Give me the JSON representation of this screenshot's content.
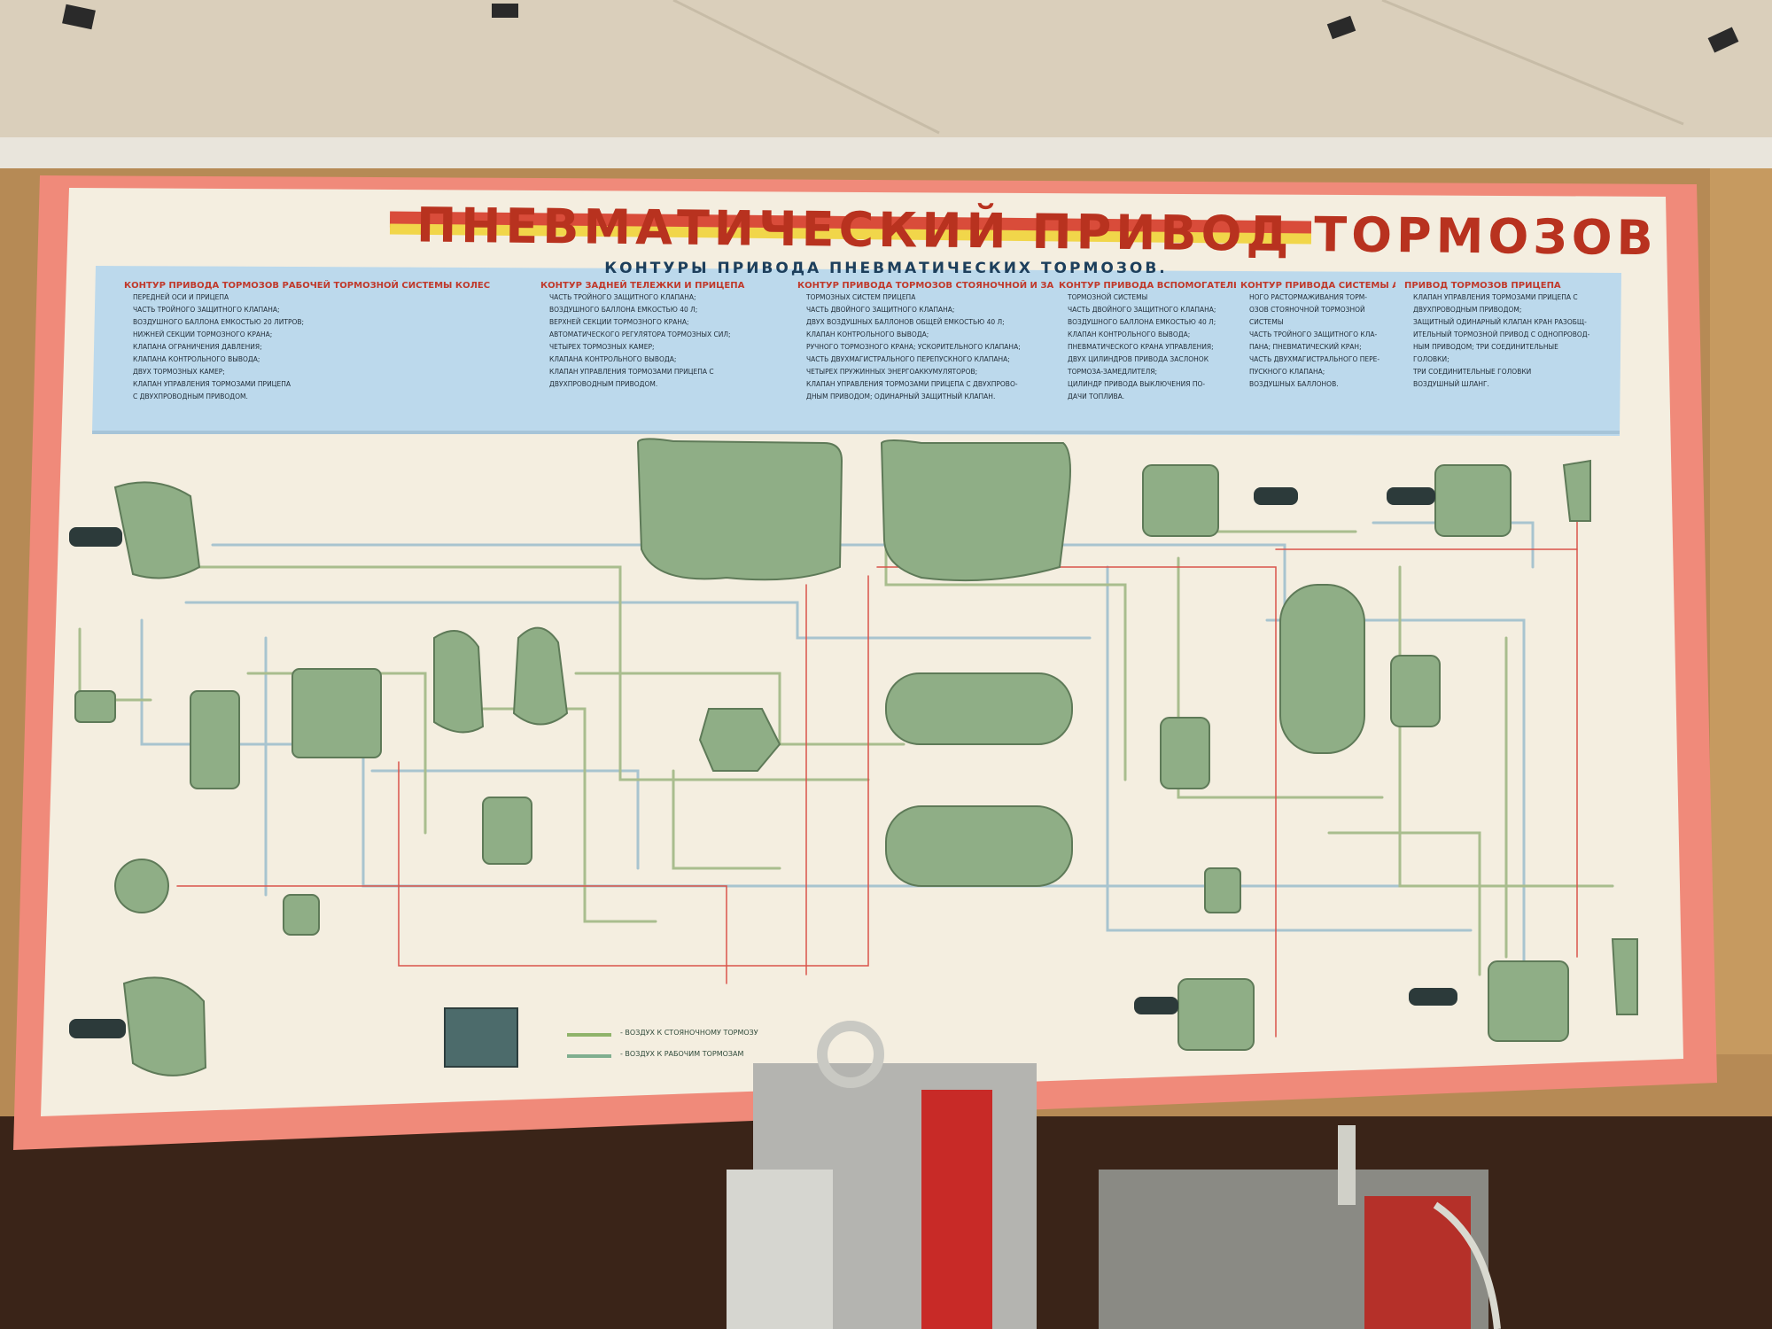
{
  "poster": {
    "title": "ПНЕВМАТИЧЕСКИЙ ПРИВОД ТОРМОЗОВ",
    "subtitle": "КОНТУРЫ ПРИВОДА ПНЕВМАТИЧЕСКИХ ТОРМОЗОВ.",
    "columns": [
      {
        "heading": "КОНТУР ПРИВОДА ТОРМОЗОВ РАБОЧЕЙ ТОРМОЗНОЙ СИСТЕМЫ КОЛЕС",
        "lines": [
          "ПЕРЕДНЕЙ ОСИ И ПРИЦЕПА",
          "ЧАСТЬ ТРОЙНОГО ЗАЩИТНОГО КЛАПАНА;",
          "ВОЗДУШНОГО БАЛЛОНА ЕМКОСТЬЮ 20 ЛИТРОВ;",
          "НИЖНЕЙ СЕКЦИИ ТОРМОЗНОГО КРАНА;",
          "КЛАПАНА ОГРАНИЧЕНИЯ ДАВЛЕНИЯ;",
          "КЛАПАНА КОНТРОЛЬНОГО ВЫВОДА;",
          "ДВУХ ТОРМОЗНЫХ КАМЕР;",
          "КЛАПАН УПРАВЛЕНИЯ ТОРМОЗАМИ ПРИЦЕПА",
          "С ДВУХПРОВОДНЫМ ПРИВОДОМ."
        ]
      },
      {
        "heading": "КОНТУР ЗАДНЕЙ ТЕЛЕЖКИ И ПРИЦЕПА",
        "lines": [
          "ЧАСТЬ ТРОЙНОГО ЗАЩИТНОГО КЛАПАНА;",
          "ВОЗДУШНОГО БАЛЛОНА ЕМКОСТЬЮ 40 Л;",
          "ВЕРХНЕЙ СЕКЦИИ ТОРМОЗНОГО КРАНА;",
          "АВТОМАТИЧЕСКОГО РЕГУЛЯТОРА ТОРМОЗНЫХ СИЛ;",
          "ЧЕТЫРЕХ ТОРМОЗНЫХ КАМЕР;",
          "КЛАПАНА КОНТРОЛЬНОГО ВЫВОДА;",
          "КЛАПАН УПРАВЛЕНИЯ ТОРМОЗАМИ ПРИЦЕПА С",
          "ДВУХПРОВОДНЫМ ПРИВОДОМ."
        ]
      },
      {
        "heading": "КОНТУР ПРИВОДА ТОРМОЗОВ СТОЯНОЧНОЙ И ЗАПАСНОЙ",
        "lines": [
          "ТОРМОЗНЫХ СИСТЕМ ПРИЦЕПА",
          "ЧАСТЬ ДВОЙНОГО ЗАЩИТНОГО КЛАПАНА;",
          "ДВУХ ВОЗДУШНЫХ БАЛЛОНОВ ОБЩЕЙ ЕМКОСТЬЮ 40 Л;",
          "КЛАПАН КОНТРОЛЬНОГО ВЫВОДА;",
          "РУЧНОГО ТОРМОЗНОГО КРАНА; УСКОРИТЕЛЬНОГО КЛАПАНА;",
          "ЧАСТЬ ДВУХМАГИСТРАЛЬНОГО ПЕРЕПУСКНОГО КЛАПАНА;",
          "ЧЕТЫРЕХ ПРУЖИННЫХ ЭНЕРГОАККУМУЛЯТОРОВ;",
          "КЛАПАН УПРАВЛЕНИЯ ТОРМОЗАМИ ПРИЦЕПА С ДВУХПРОВО-",
          "ДНЫМ ПРИВОДОМ; ОДИНАРНЫЙ ЗАЩИТНЫЙ КЛАПАН."
        ]
      },
      {
        "heading": "КОНТУР ПРИВОДА ВСПОМОГАТЕЛЬНОЙ",
        "lines": [
          "ТОРМОЗНОЙ СИСТЕМЫ",
          "ЧАСТЬ ДВОЙНОГО ЗАЩИТНОГО КЛАПАНА;",
          "ВОЗДУШНОГО БАЛЛОНА ЕМКОСТЬЮ 40 Л;",
          "КЛАПАН КОНТРОЛЬНОГО ВЫВОДА;",
          "ПНЕВМАТИЧЕСКОГО КРАНА УПРАВЛЕНИЯ;",
          "ДВУХ ЦИЛИНДРОВ ПРИВОДА ЗАСЛОНОК",
          "ТОРМОЗА-ЗАМЕДЛИТЕЛЯ;",
          "ЦИЛИНДР ПРИВОДА ВЫКЛЮЧЕНИЯ ПО-",
          "ДАЧИ ТОПЛИВА."
        ]
      },
      {
        "heading": "КОНТУР ПРИВОДА СИСТЕМЫ АВАРИЙ-",
        "lines": [
          "НОГО РАСТОРМАЖИВАНИЯ ТОРМ-",
          "ОЗОВ СТОЯНОЧНОЙ ТОРМОЗНОЙ",
          "СИСТЕМЫ",
          "ЧАСТЬ ТРОЙНОГО ЗАЩИТНОГО КЛА-",
          "ПАНА; ПНЕВМАТИЧЕСКИЙ КРАН;",
          "ЧАСТЬ ДВУХМАГИСТРАЛЬНОГО ПЕРЕ-",
          "ПУСКНОГО КЛАПАНА;",
          "ВОЗДУШНЫХ БАЛЛОНОВ."
        ]
      },
      {
        "heading": "ПРИВОД ТОРМОЗОВ ПРИЦЕПА",
        "lines": [
          "КЛАПАН УПРАВЛЕНИЯ ТОРМОЗАМИ ПРИЦЕПА С",
          "ДВУХПРОВОДНЫМ ПРИВОДОМ;",
          "ЗАЩИТНЫЙ ОДИНАРНЫЙ КЛАПАН КРАН РАЗОБЩ-",
          "ИТЕЛЬНЫЙ ТОРМОЗНОЙ ПРИВОД С ОДНОПРОВОД-",
          "НЫМ ПРИВОДОМ; ТРИ СОЕДИНИТЕЛЬНЫЕ",
          "ГОЛОВКИ;",
          "ТРИ СОЕДИНИТЕЛЬНЫЕ ГОЛОВКИ",
          "ВОЗДУШНЫЙ ШЛАНГ."
        ]
      }
    ],
    "legend": [
      {
        "label": "- ВОЗДУХ К СТОЯНОЧНОМУ ТОРМОЗУ",
        "color": "#8fb36a"
      },
      {
        "label": "- ВОЗДУХ К РАБОЧИМ ТОРМОЗАМ",
        "color": "#7fae8f"
      }
    ]
  },
  "colors": {
    "poster_border": "#f08a7a",
    "poster_bg": "#f4eee0",
    "info_band": "#bcd9ec",
    "component": "#8fae86",
    "pipe_green": "#a9bd8e",
    "pipe_blue": "#a8c4cf",
    "pipe_red": "#d9544a",
    "title_stripe": "#f1d64a"
  }
}
